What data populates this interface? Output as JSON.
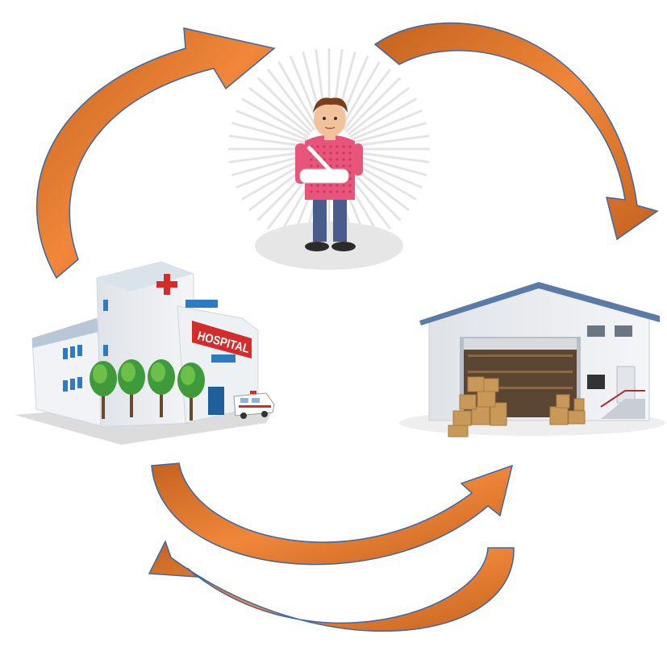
{
  "diagram": {
    "nodes": [
      {
        "id": "patient",
        "icon": "injured-patient-icon"
      },
      {
        "id": "hospital",
        "icon": "hospital-building-icon",
        "sign_text": "HOSPITAL"
      },
      {
        "id": "warehouse",
        "icon": "warehouse-icon"
      }
    ],
    "arrows": [
      {
        "id": "hospital-to-patient",
        "from": "hospital",
        "to": "patient"
      },
      {
        "id": "patient-to-warehouse",
        "from": "patient",
        "to": "warehouse"
      },
      {
        "id": "hospital-to-warehouse",
        "from": "hospital",
        "to": "warehouse"
      },
      {
        "id": "warehouse-to-hospital",
        "from": "warehouse",
        "to": "hospital"
      }
    ]
  },
  "colors": {
    "arrow_fill": "#e07a2b",
    "arrow_stroke": "#3b67a8",
    "hospital_red": "#d42b2b",
    "patient_shirt": "#e8547a",
    "patient_pants": "#4a5c8c",
    "warehouse_wall": "#e9ebee",
    "warehouse_roof": "#5a7aa8",
    "box_color": "#c9995a"
  }
}
